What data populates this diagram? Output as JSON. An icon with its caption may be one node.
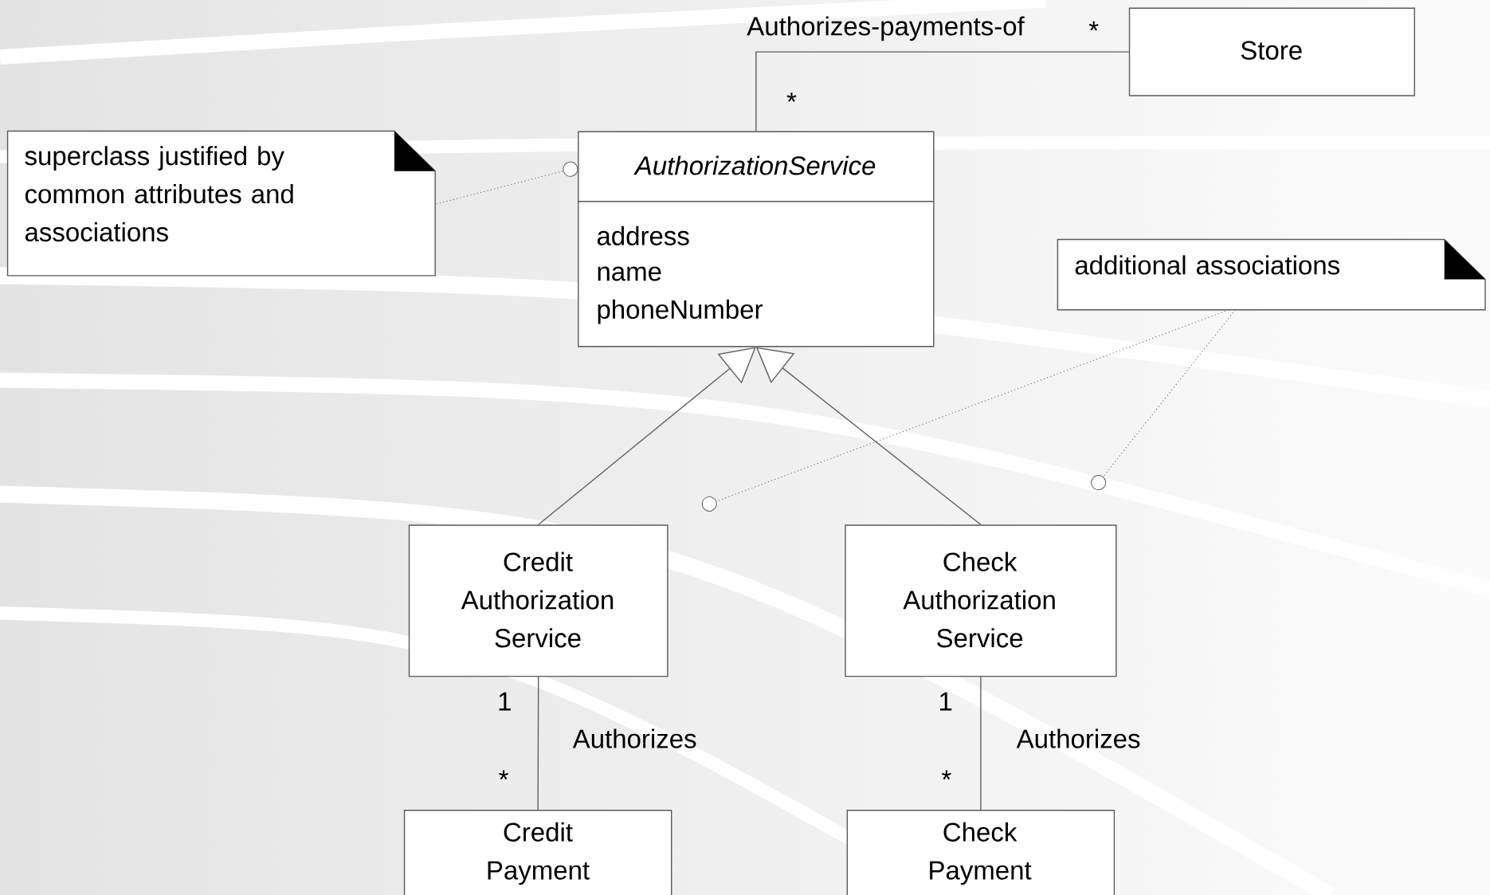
{
  "diagram": {
    "nodes": [
      {
        "text": [
          "Store"
        ]
      },
      {
        "text": [
          "AuthorizationService",
          "address",
          "name",
          "phoneNumber"
        ]
      },
      {
        "text": [
          "superclass justified by common attributes and associations"
        ]
      },
      {
        "text": [
          "additional associations"
        ]
      },
      {
        "text": [
          "Credit Authorization Service"
        ]
      },
      {
        "text": [
          "Check Authorization Service"
        ]
      },
      {
        "text": [
          "Credit Payment"
        ]
      },
      {
        "text": [
          "Check Payment"
        ]
      }
    ],
    "edges": [
      {
        "from": 1,
        "to": 0,
        "arrow": "none",
        "label": "Authorizes-payments-of"
      },
      {
        "from": 4,
        "to": 1,
        "arrow": "to"
      },
      {
        "from": 5,
        "to": 1,
        "arrow": "to"
      },
      {
        "from": 2,
        "to": 1,
        "arrow": "other",
        "style": "dashed"
      },
      {
        "from": 3,
        "to": null,
        "arrow": "other",
        "style": "dashed"
      },
      {
        "from": 3,
        "to": null,
        "arrow": "other",
        "style": "dashed"
      },
      {
        "from": 4,
        "to": 6,
        "arrow": "none",
        "label": "Authorizes"
      },
      {
        "from": 5,
        "to": 7,
        "arrow": "none",
        "label": "Authorizes"
      }
    ],
    "labels": [
      "*",
      "*",
      "1",
      "1",
      "*",
      "*"
    ]
  }
}
